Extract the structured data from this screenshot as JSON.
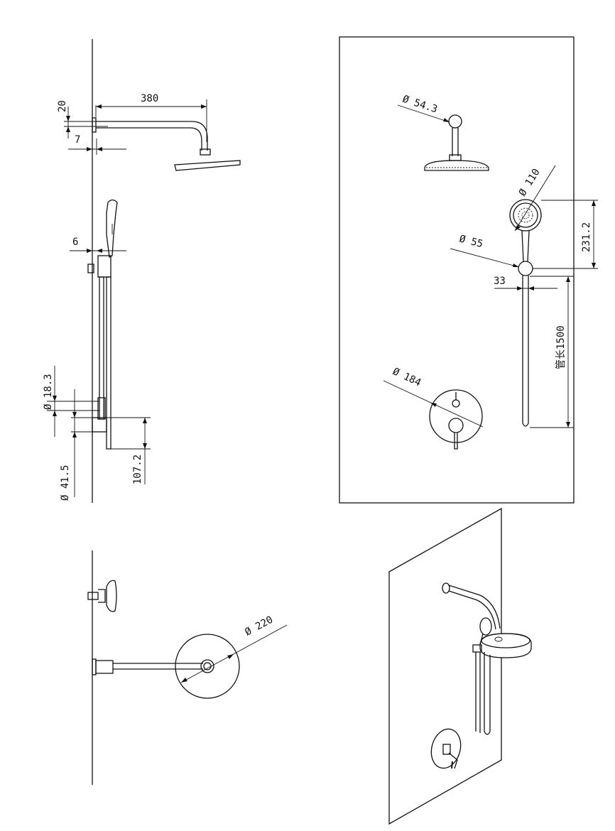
{
  "dimensions": {
    "arm_length": "380",
    "flange_height": "20",
    "flange_offset": "7",
    "holder_offset": "6",
    "diam_18_3": "Ø 18.3",
    "diam_41_5": "Ø 41.5",
    "valve_depth": "107.2",
    "diam_54_3": "Ø 54.3",
    "diam_110": "Ø 110",
    "diam_55": "Ø 55",
    "handset_length": "231.2",
    "holder_width": "33",
    "hose_length": "管长1500",
    "diam_184": "Ø 184",
    "diam_220": "Ø 220"
  },
  "colors": {
    "line": "#111111",
    "background": "#ffffff"
  }
}
